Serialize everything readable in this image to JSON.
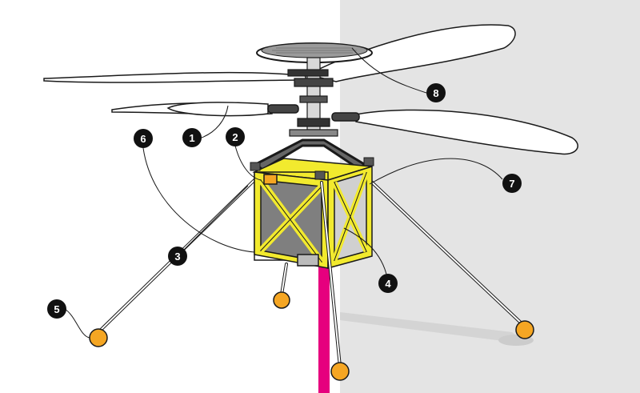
{
  "colors": {
    "background_left": "#ffffff",
    "background_right": "#e4e4e4",
    "body_frame": "#f2ea2e",
    "foot": "#f5a623",
    "antenna": "#e6007e",
    "outline": "#1a1a1a",
    "callout_fill": "#111111",
    "callout_text": "#ffffff"
  },
  "callouts": [
    {
      "number": "1"
    },
    {
      "number": "2"
    },
    {
      "number": "3"
    },
    {
      "number": "4"
    },
    {
      "number": "5"
    },
    {
      "number": "6"
    },
    {
      "number": "7"
    },
    {
      "number": "8"
    }
  ]
}
